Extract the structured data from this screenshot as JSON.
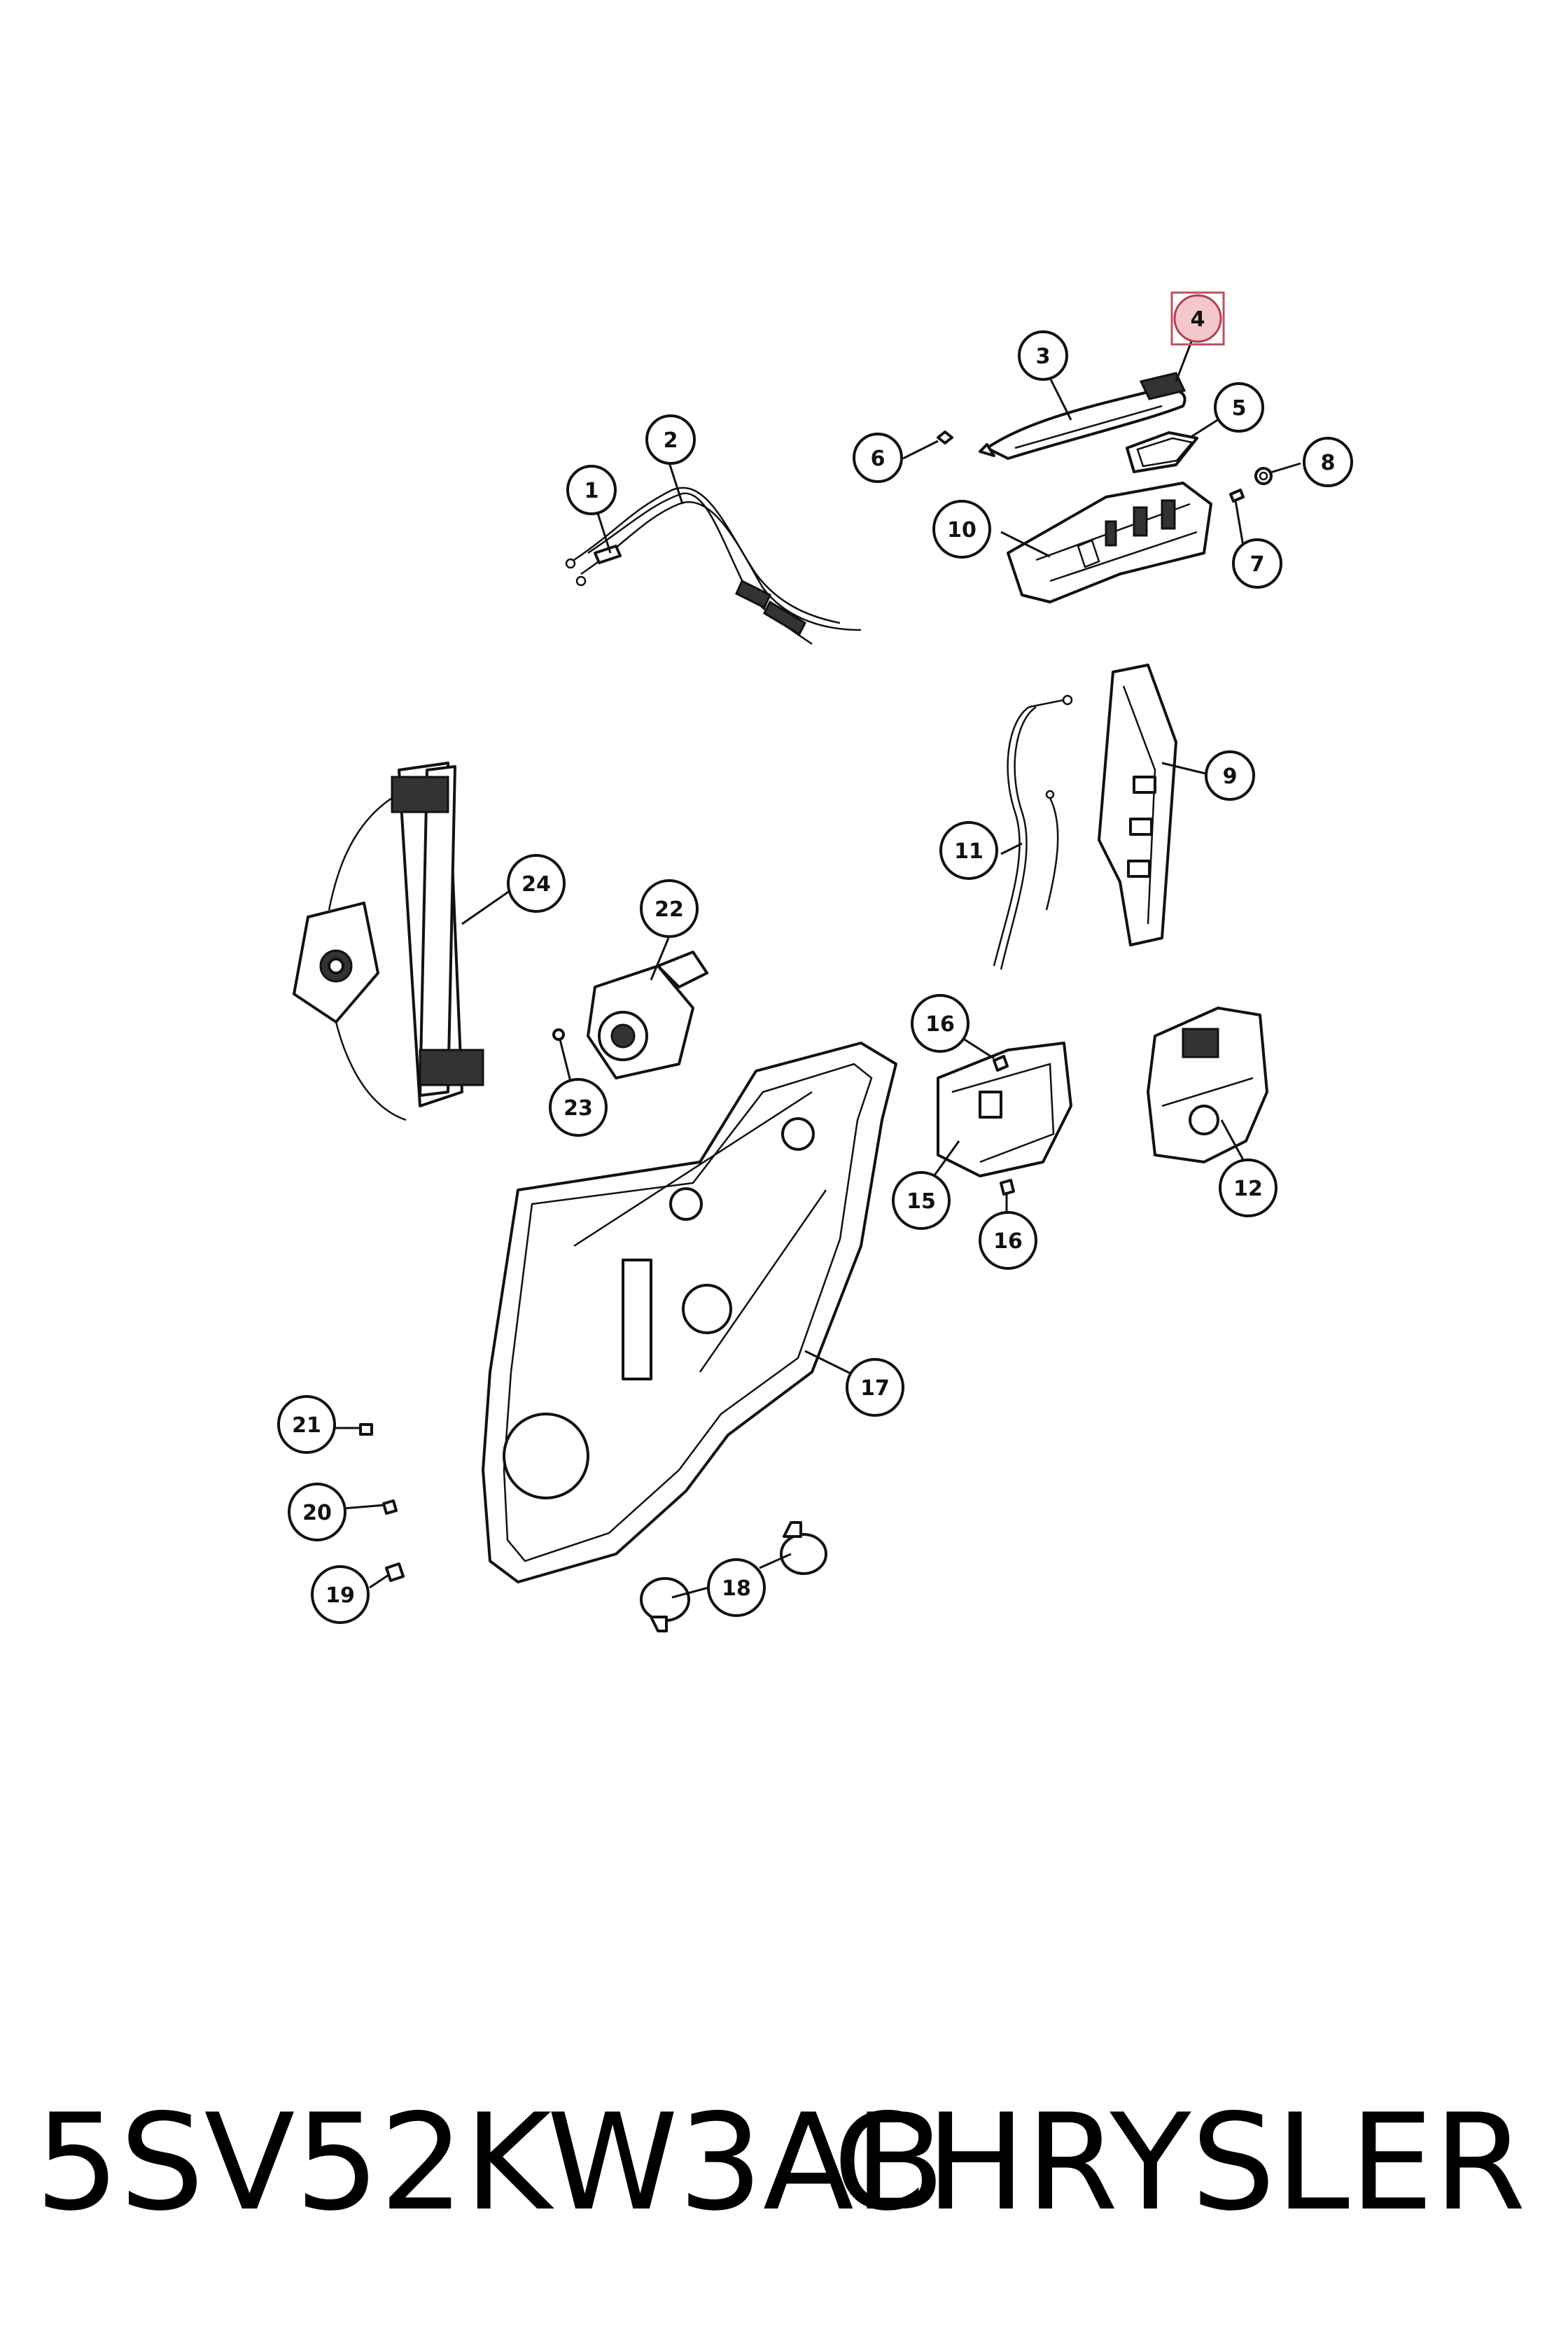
{
  "diagram": {
    "callouts": [
      "1",
      "2",
      "3",
      "4",
      "5",
      "6",
      "7",
      "8",
      "9",
      "10",
      "11",
      "12",
      "15",
      "16",
      "16",
      "17",
      "18",
      "19",
      "20",
      "21",
      "22",
      "23",
      "24"
    ],
    "highlighted_callout": "4",
    "highlight_color": "#f4c7cc"
  },
  "footer": {
    "part_number": "5SV52KW3AB",
    "brand": "CHRYSLER"
  }
}
